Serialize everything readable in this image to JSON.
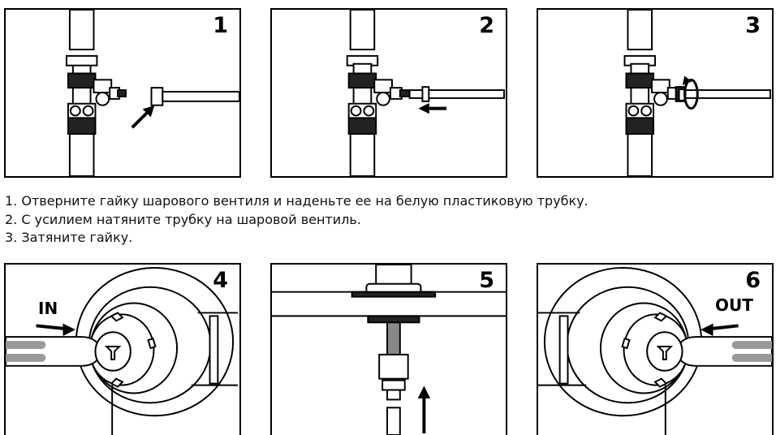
{
  "panels": [
    {
      "id": "1",
      "number": "1"
    },
    {
      "id": "2",
      "number": "2"
    },
    {
      "id": "3",
      "number": "3"
    },
    {
      "id": "4",
      "number": "4",
      "label": "IN"
    },
    {
      "id": "5",
      "number": "5"
    },
    {
      "id": "6",
      "number": "6",
      "label": "OUT"
    }
  ],
  "instructions": [
    "1. Отверните гайку шарового вентиля и наденьте ее на белую пластиковую трубку.",
    "2. С усилием натяните трубку на шаровой вентиль.",
    "3. Затяните гайку."
  ],
  "colors": {
    "line": "#000000",
    "fill": "#ffffff",
    "tube_gray": "#c8c8c8"
  }
}
